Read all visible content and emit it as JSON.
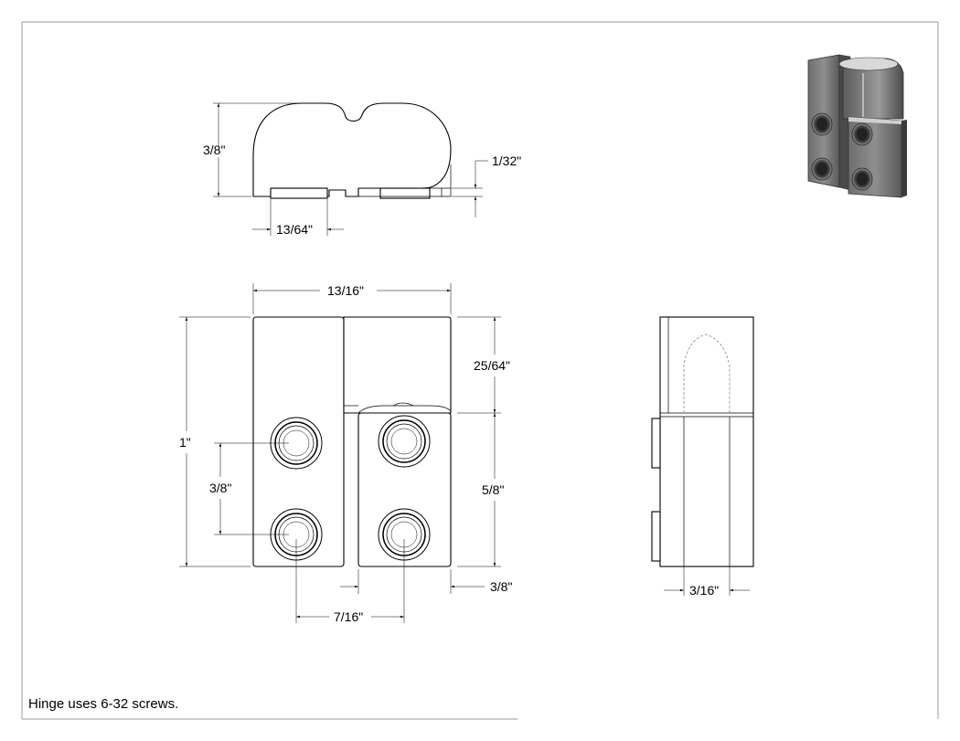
{
  "note": "Hinge uses 6-32 screws.",
  "dimensions": {
    "top_height": "3/8\"",
    "top_offset": "1/32\"",
    "top_foot_width": "13/64\"",
    "front_width": "13/16\"",
    "front_height": "1\"",
    "front_upper_height": "25/64\"",
    "front_lower_height": "5/8\"",
    "hole_spacing_vertical": "3/8\"",
    "hole_spacing_horizontal": "7/16\"",
    "right_offset": "3/8\"",
    "side_thickness": "3/16\""
  }
}
